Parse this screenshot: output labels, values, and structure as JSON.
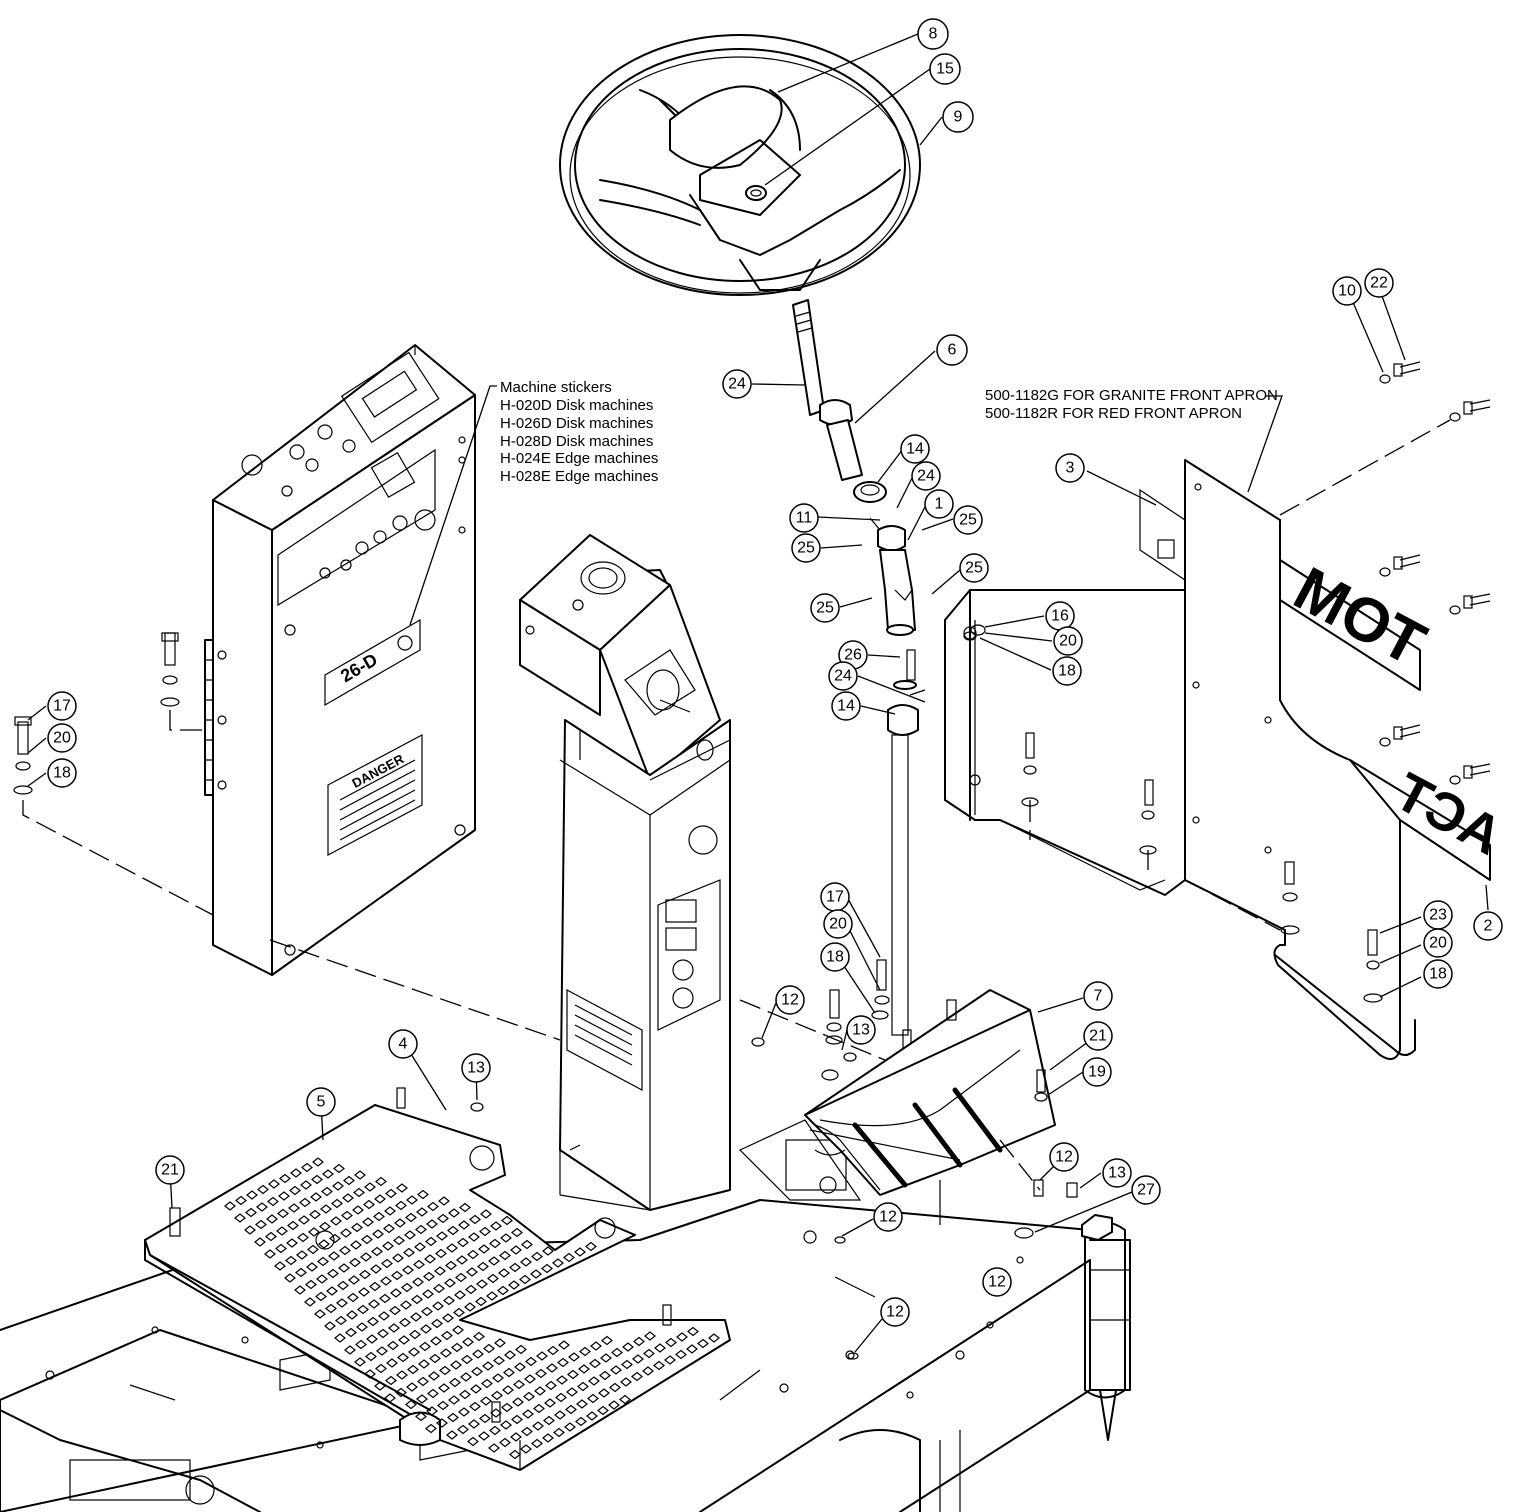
{
  "notes": {
    "stickers": {
      "heading": "Machine stickers",
      "lines": [
        "H-020D Disk machines",
        "H-026D Disk machines",
        "H-028D Disk machines",
        "H-024E Edge machines",
        "H-028E Edge machines"
      ]
    },
    "apron": {
      "lines": [
        "500-1182G FOR GRANITE FRONT APRON",
        "500-1182R FOR RED FRONT APRON"
      ]
    }
  },
  "decals": {
    "danger": "DANGER",
    "model": "26-D",
    "apron_word_upper": "TOM",
    "apron_word_lower": "ACT"
  },
  "callouts": [
    {
      "id": "8",
      "label": "8"
    },
    {
      "id": "15",
      "label": "15"
    },
    {
      "id": "9",
      "label": "9"
    },
    {
      "id": "10",
      "label": "10"
    },
    {
      "id": "22",
      "label": "22"
    },
    {
      "id": "6",
      "label": "6"
    },
    {
      "id": "24a",
      "label": "24"
    },
    {
      "id": "14a",
      "label": "14"
    },
    {
      "id": "24b",
      "label": "24"
    },
    {
      "id": "1",
      "label": "1"
    },
    {
      "id": "25a",
      "label": "25"
    },
    {
      "id": "11",
      "label": "11"
    },
    {
      "id": "25b",
      "label": "25"
    },
    {
      "id": "25c",
      "label": "25"
    },
    {
      "id": "25d",
      "label": "25"
    },
    {
      "id": "3",
      "label": "3"
    },
    {
      "id": "16",
      "label": "16"
    },
    {
      "id": "20a",
      "label": "20"
    },
    {
      "id": "18a",
      "label": "18"
    },
    {
      "id": "26",
      "label": "26"
    },
    {
      "id": "24c",
      "label": "24"
    },
    {
      "id": "14b",
      "label": "14"
    },
    {
      "id": "17a",
      "label": "17"
    },
    {
      "id": "20b",
      "label": "20"
    },
    {
      "id": "18b",
      "label": "18"
    },
    {
      "id": "2",
      "label": "2"
    },
    {
      "id": "23",
      "label": "23"
    },
    {
      "id": "20c",
      "label": "20"
    },
    {
      "id": "18c",
      "label": "18"
    },
    {
      "id": "17b",
      "label": "17"
    },
    {
      "id": "20d",
      "label": "20"
    },
    {
      "id": "18d",
      "label": "18"
    },
    {
      "id": "12a",
      "label": "12"
    },
    {
      "id": "13a",
      "label": "13"
    },
    {
      "id": "7",
      "label": "7"
    },
    {
      "id": "4",
      "label": "4"
    },
    {
      "id": "13b",
      "label": "13"
    },
    {
      "id": "5",
      "label": "5"
    },
    {
      "id": "21a",
      "label": "21"
    },
    {
      "id": "21b",
      "label": "21"
    },
    {
      "id": "19",
      "label": "19"
    },
    {
      "id": "12b",
      "label": "12"
    },
    {
      "id": "13c",
      "label": "13"
    },
    {
      "id": "27",
      "label": "27"
    },
    {
      "id": "12c",
      "label": "12"
    },
    {
      "id": "12d",
      "label": "12"
    },
    {
      "id": "12e",
      "label": "12"
    }
  ]
}
